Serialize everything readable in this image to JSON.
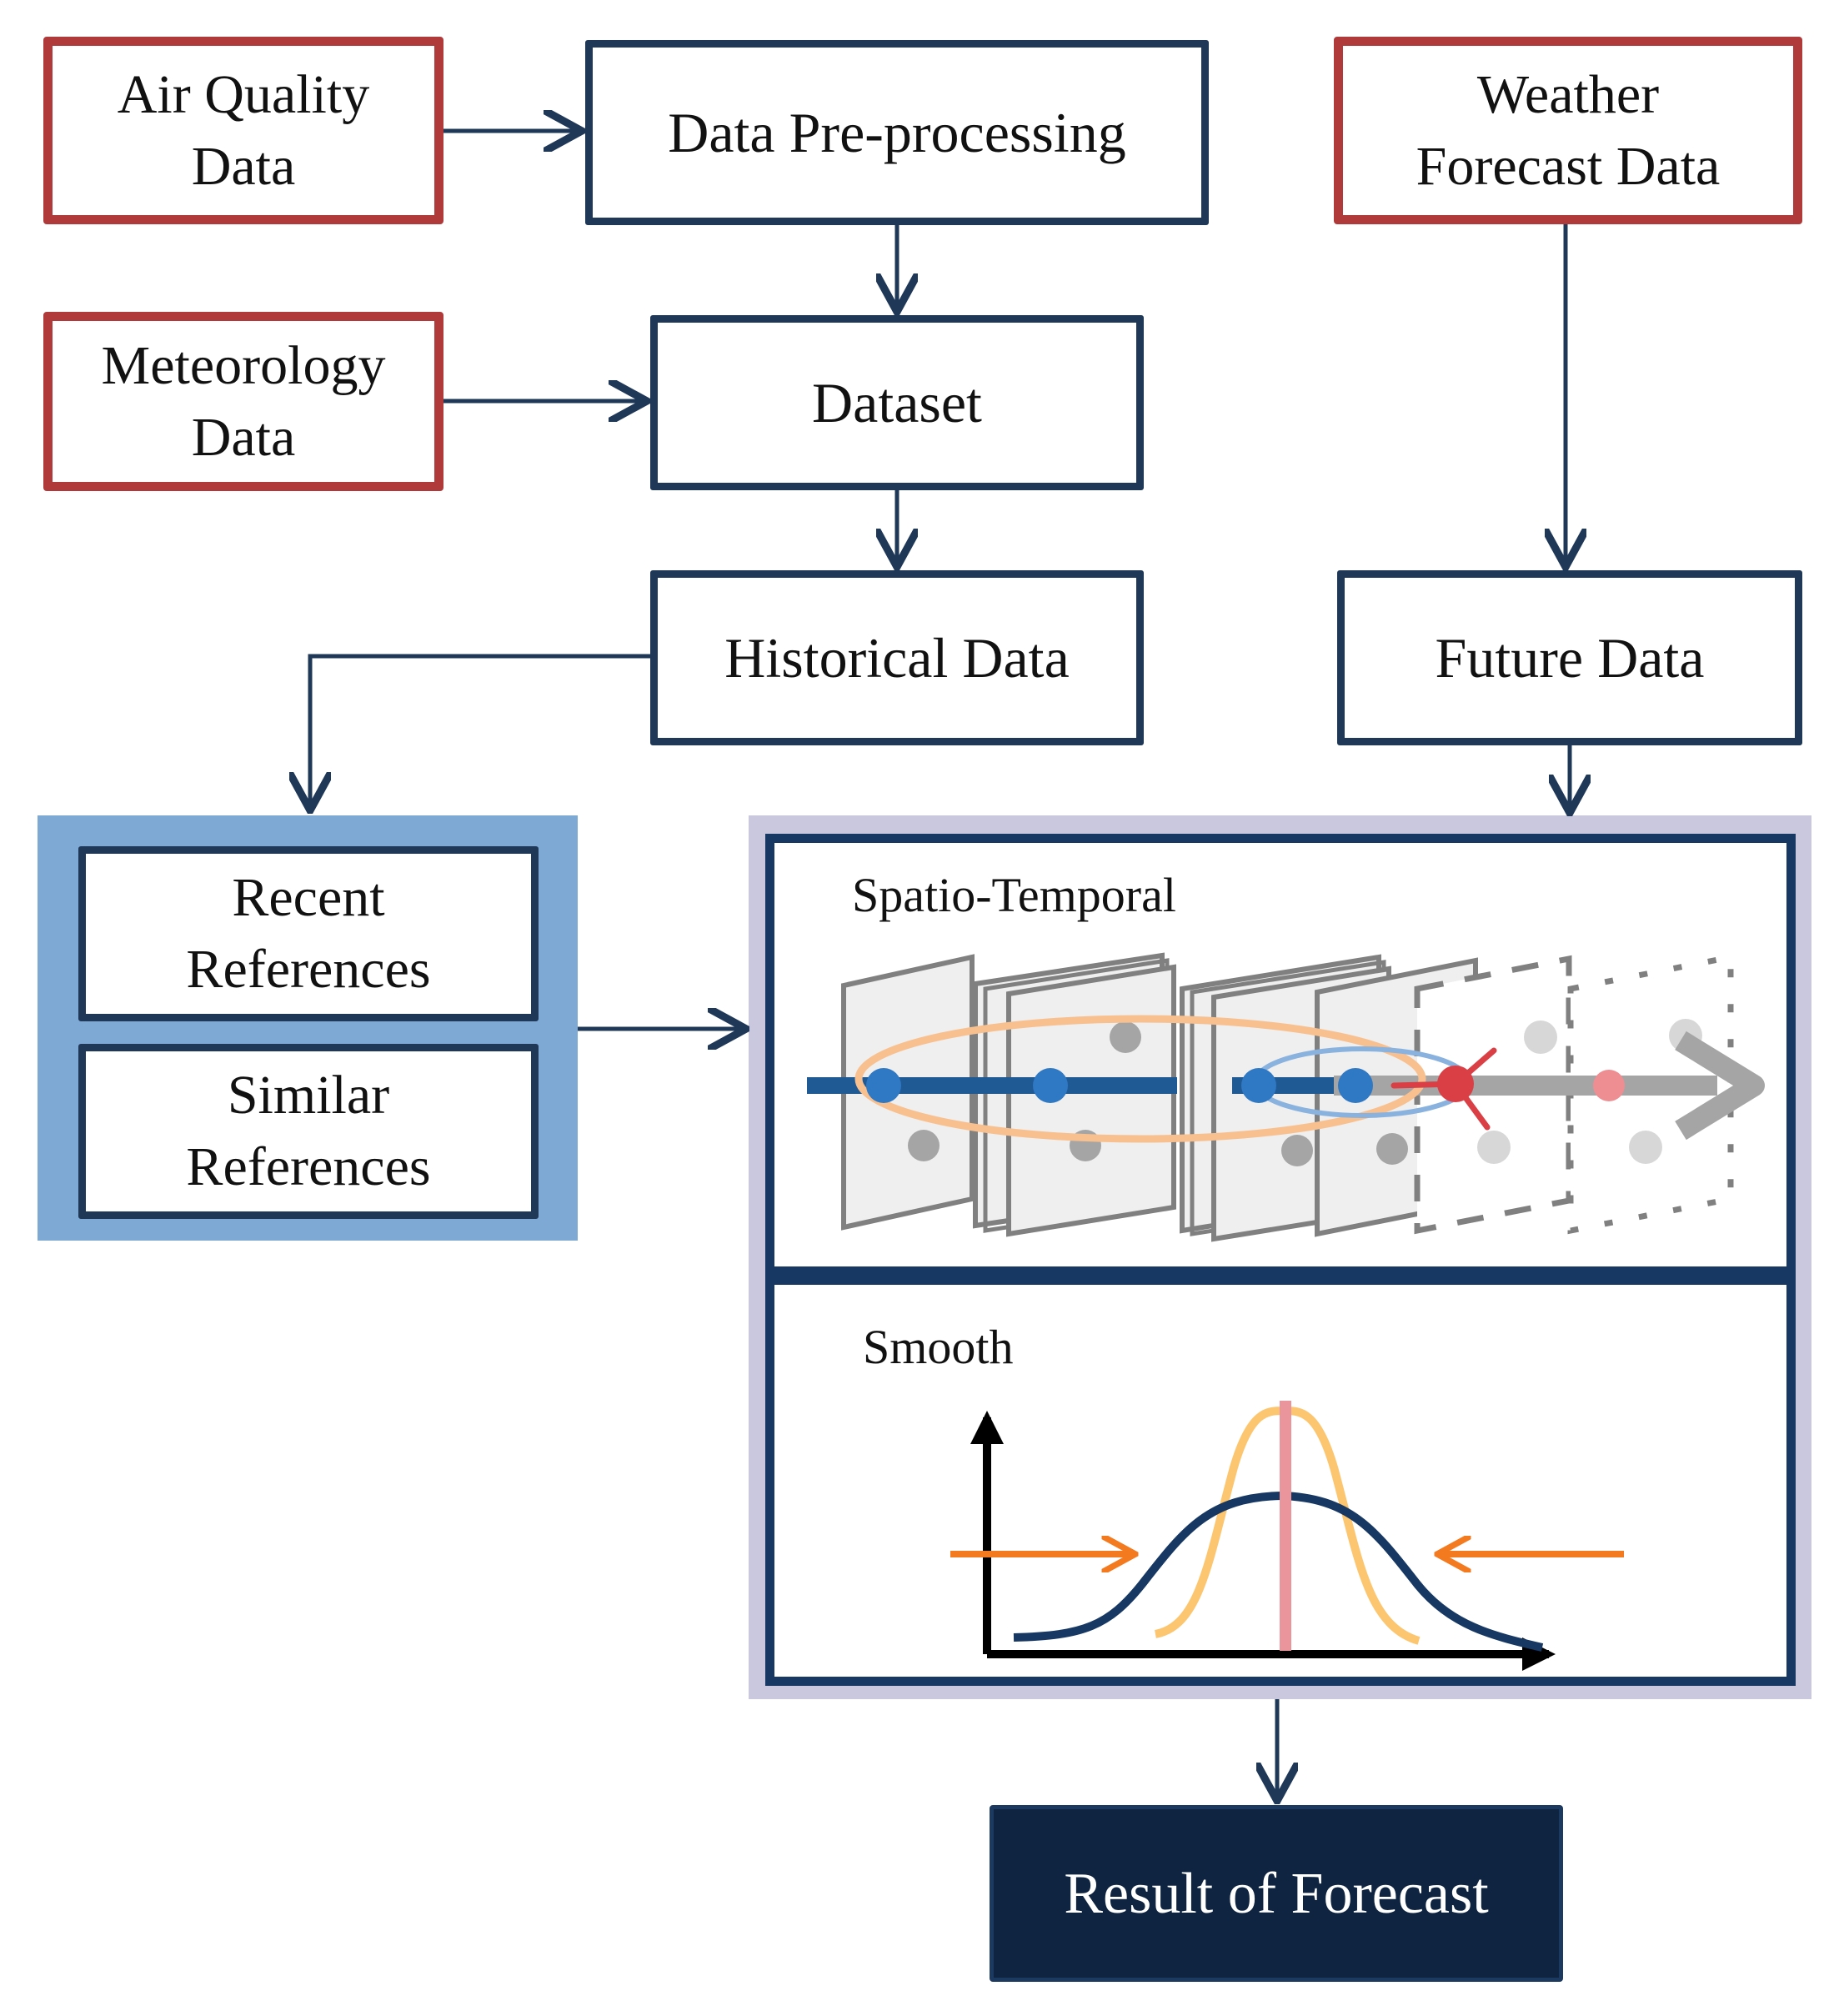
{
  "nodes": {
    "air_quality": "Air Quality\nData",
    "preprocessing": "Data Pre-processing",
    "weather_forecast": "Weather\nForecast Data",
    "meteorology": "Meteorology\nData",
    "dataset": "Dataset",
    "historical": "Historical Data",
    "future": "Future Data",
    "recent_refs": "Recent\nReferences",
    "similar_refs": "Similar\nReferences",
    "result": "Result of Forecast"
  },
  "panels": {
    "spatio_temporal": "Spatio-Temporal",
    "smooth": "Smooth"
  },
  "colors": {
    "input_border": "#b03a3a",
    "process_border": "#1f3858",
    "reference_group_bg": "#7fa9d5",
    "model_group_bg": "#cac8de",
    "result_bg": "#0f2440",
    "orange": "#f47a20",
    "light_orange": "#f8c08f",
    "yellow_curve": "#fcc670",
    "pink_line": "#e9959b",
    "point_blue": "#2f78c4",
    "point_red": "#d93f44"
  }
}
